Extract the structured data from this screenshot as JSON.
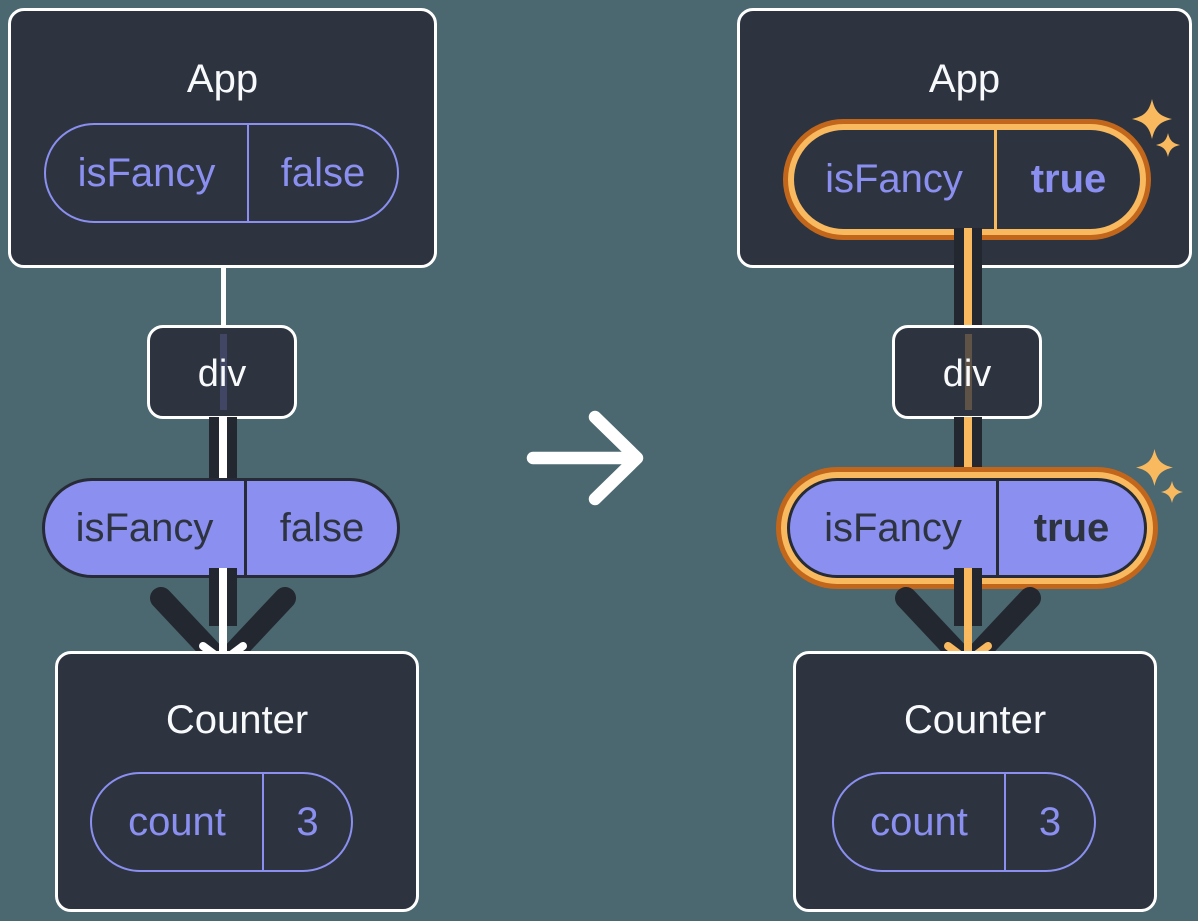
{
  "colors": {
    "background": "#4b6770",
    "card": "#2d3440",
    "card_border": "#ffffff",
    "purple": "#8a8ff0",
    "ink": "#23272f",
    "highlight_orange": "#f9b95e",
    "highlight_orange_dark": "#c2661b"
  },
  "panels": [
    {
      "id": "before",
      "app": {
        "title": "App",
        "state_pill": {
          "name": "isFancy",
          "value": "false"
        },
        "highlighted": false
      },
      "div_node": {
        "label": "div"
      },
      "prop_pill": {
        "name": "isFancy",
        "value": "false",
        "highlighted": false
      },
      "counter": {
        "title": "Counter",
        "state_pill": {
          "name": "count",
          "value": "3"
        }
      }
    },
    {
      "id": "after",
      "app": {
        "title": "App",
        "state_pill": {
          "name": "isFancy",
          "value": "true"
        },
        "highlighted": true
      },
      "div_node": {
        "label": "div"
      },
      "prop_pill": {
        "name": "isFancy",
        "value": "true",
        "highlighted": true
      },
      "counter": {
        "title": "Counter",
        "state_pill": {
          "name": "count",
          "value": "3"
        }
      }
    }
  ]
}
